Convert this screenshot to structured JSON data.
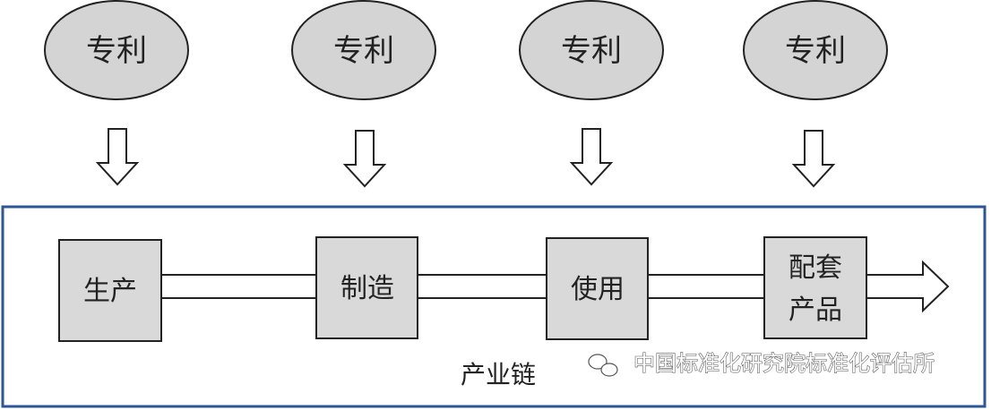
{
  "patents": [
    {
      "label": "专利"
    },
    {
      "label": "专利"
    },
    {
      "label": "专利"
    },
    {
      "label": "专利"
    }
  ],
  "stages": [
    {
      "label": "生产"
    },
    {
      "label": "制造"
    },
    {
      "label": "使用"
    },
    {
      "label_line1": "配套",
      "label_line2": "产品"
    }
  ],
  "chain_label": "产业链",
  "watermark": "中国标准化研究院标准化评估所",
  "colors": {
    "ellipse_fill": "#d4d4d4",
    "box_fill": "#d9d9d9",
    "frame_border": "#2e5597",
    "line": "#222222"
  }
}
